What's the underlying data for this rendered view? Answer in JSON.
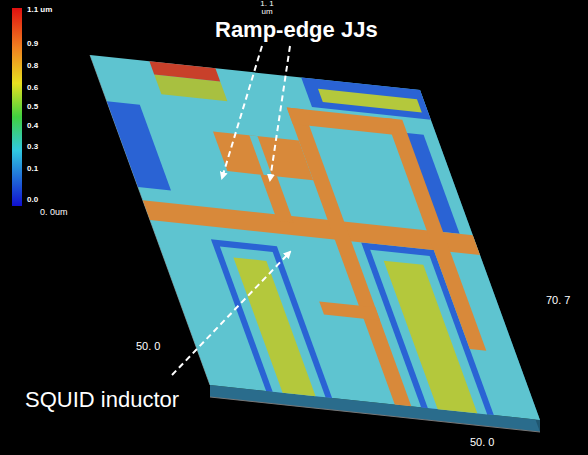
{
  "diagram": {
    "labels": [
      "1.1 um",
      "0.9",
      "0.8",
      "0.6",
      "0.5",
      "0.4",
      "0.3",
      "0.1",
      "0.0",
      "0. 0um",
      "1. 1 um",
      "Ramp-edge JJs",
      "SQUID inductor",
      "50. 0",
      "50. 0",
      "70. 7"
    ]
  }
}
